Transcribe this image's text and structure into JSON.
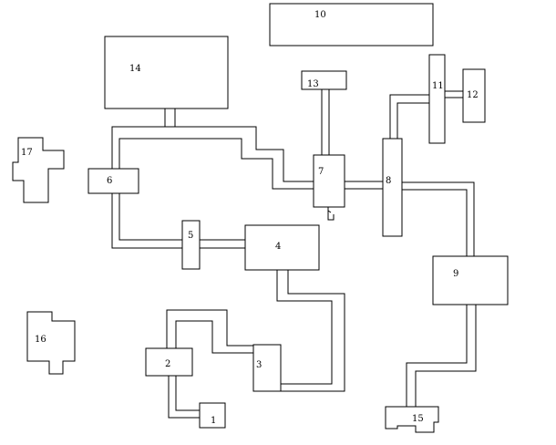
{
  "colors": {
    "line": "#000000",
    "background": "#ffffff"
  },
  "nodes": {
    "n1": "1",
    "n2": "2",
    "n3": "3",
    "n4": "4",
    "n5": "5",
    "n6": "6",
    "n7": "7",
    "n8": "8",
    "n9": "9",
    "n10": "10",
    "n11": "11",
    "n12": "12",
    "n13": "13",
    "n14": "14",
    "n15": "15",
    "n16": "16",
    "n17": "17"
  }
}
